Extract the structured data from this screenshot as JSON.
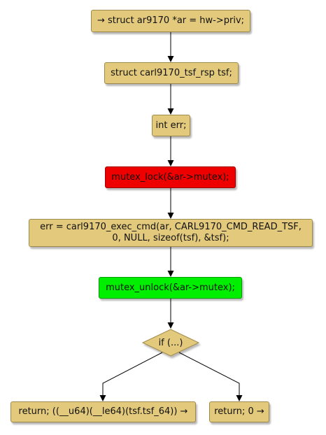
{
  "nodes": {
    "n1": "→ struct ar9170 *ar = hw->priv;",
    "n2": "struct carl9170_tsf_rsp tsf;",
    "n3": "int err;",
    "n4": "mutex_lock(&ar->mutex);",
    "n5": "err = carl9170_exec_cmd(ar, CARL9170_CMD_READ_TSF,\n0, NULL, sizeof(tsf), &tsf);",
    "n6": "mutex_unlock(&ar->mutex);",
    "decision": "if (...)",
    "left_return": "return; ((__u64)(__le64)(tsf.tsf_64)) →",
    "right_return": "return; 0 →"
  },
  "colors": {
    "default_fill": "#e3c97b",
    "lock_fill": "#ee0000",
    "unlock_fill": "#00ee00",
    "edge": "#000000"
  }
}
